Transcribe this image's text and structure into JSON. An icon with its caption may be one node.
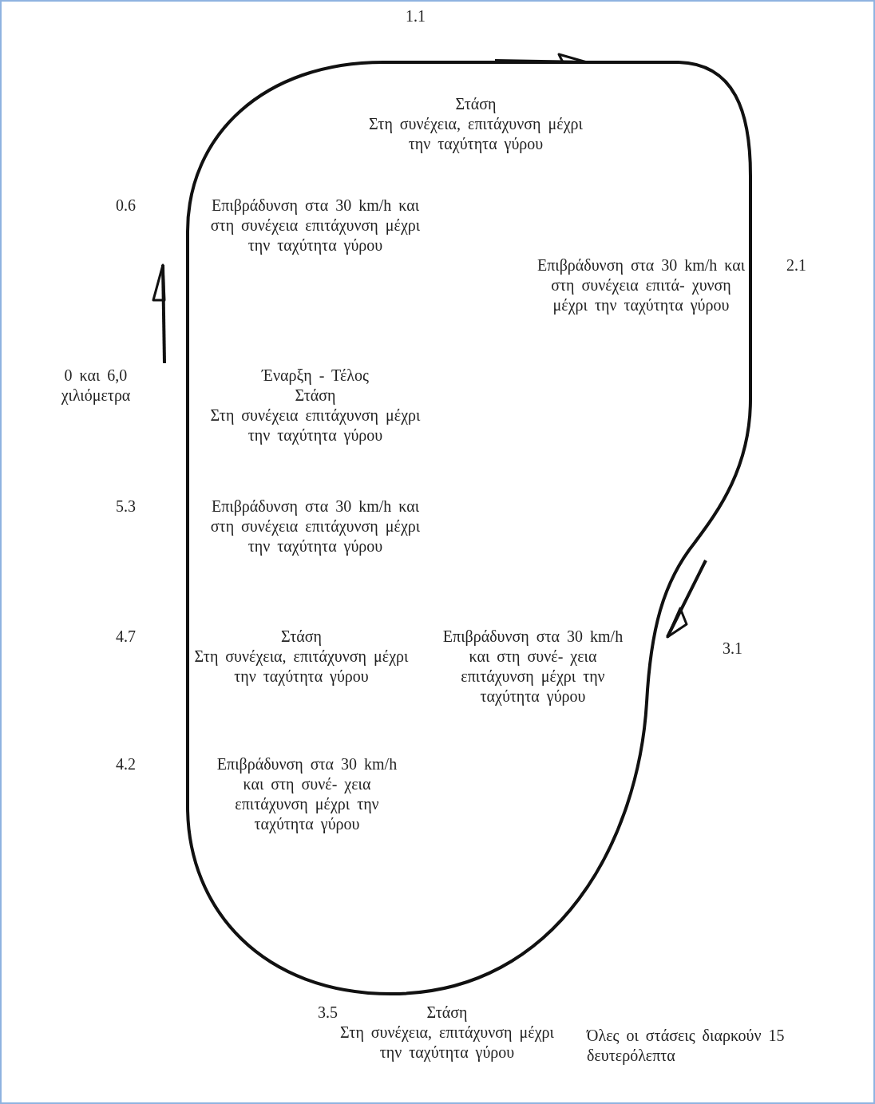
{
  "diagram": {
    "labels": [
      "1.1",
      "Στάση",
      "Στη συνέχεια, επιτάχυνση μέχρι την ταχύτητα γύρου",
      "0.6",
      "Επιβράδυνση στα 30 km/h και στη συνέχεια επιτάχυνση μέχρι την ταχύτητα γύρου",
      "Επιβράδυνση στα 30 km/h και στη συνέχεια επιτά- χυνση μέχρι την ταχύτητα γύρου",
      "2.1",
      "0 και 6,0 χιλιόμετρα",
      "Έναρξη - Τέλος",
      "Στάση",
      "Στη συνέχεια επιτάχυνση μέχρι την ταχύτητα γύρου",
      "5.3",
      "Επιβράδυνση στα 30 km/h και στη συνέχεια επιτάχυνση μέχρι την ταχύτητα γύρου",
      "4.7",
      "Στάση",
      "Στη συνέχεια, επιτάχυνση μέχρι την ταχύτητα γύρου",
      "Επιβράδυνση στα 30 km/h και στη συνέ- χεια επιτάχυνση μέχρι την ταχύτητα γύρου",
      "3.1",
      "4.2",
      "Επιβράδυνση στα 30 km/h και στη συνέ- χεια επιτάχυνση μέχρι την ταχύτητα γύρου",
      "3.5",
      "Στάση",
      "Στη συνέχεια, επιτάχυνση μέχρι την ταχύτητα γύρου",
      "Όλες οι στάσεις διαρκούν 15 δευτερόλεπτα"
    ]
  }
}
